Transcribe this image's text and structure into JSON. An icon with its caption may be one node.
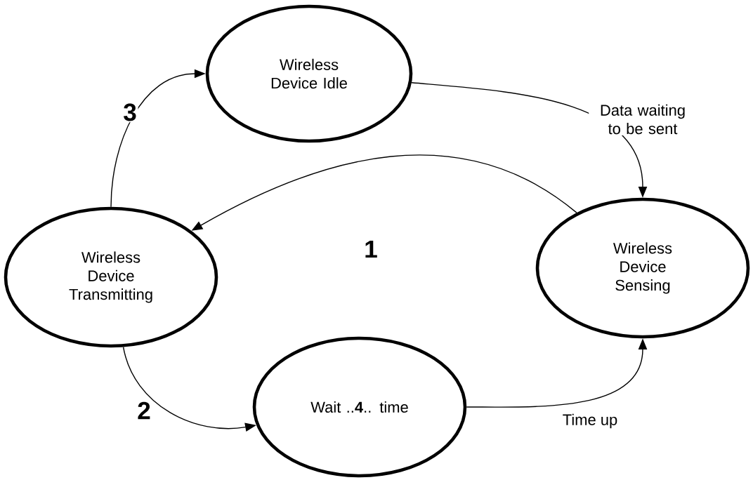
{
  "diagram": {
    "nodes": [
      {
        "text": [
          "Wireless Device Idle"
        ]
      },
      {
        "text": [
          "Wireless Device Transmitting"
        ]
      },
      {
        "text": [
          "Wireless Device Sensing"
        ]
      },
      {
        "text": [
          "Wait ..**4**.. time"
        ]
      }
    ],
    "edges": [
      {
        "from": 0,
        "to": 2,
        "arrow": "to",
        "label": "Data waiting to be sent"
      },
      {
        "from": 2,
        "to": 1,
        "arrow": "to",
        "label": "1"
      },
      {
        "from": 1,
        "to": 0,
        "arrow": "to",
        "label": "3"
      },
      {
        "from": 1,
        "to": 3,
        "arrow": "to",
        "label": "2"
      },
      {
        "from": 3,
        "to": 2,
        "arrow": "to",
        "label": "Time up"
      }
    ]
  }
}
